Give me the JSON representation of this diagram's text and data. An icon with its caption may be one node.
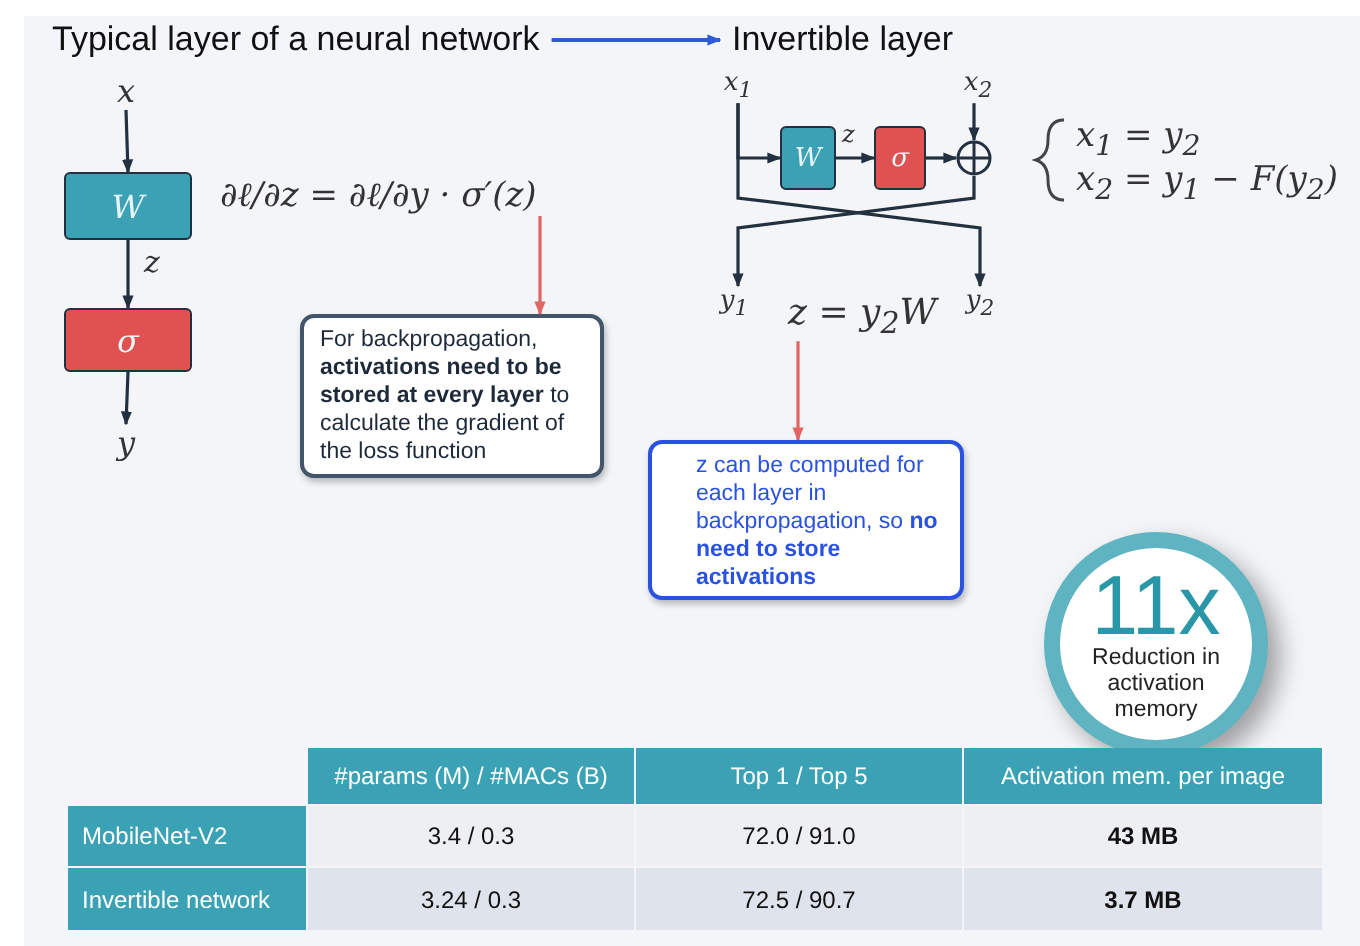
{
  "diagram": {
    "nodes": [
      {
        "text": [
          "Typical layer of a neural network"
        ]
      },
      {
        "text": [
          "Invertible layer"
        ]
      },
      {
        "text": [
          "x"
        ]
      },
      {
        "text": [
          "W"
        ]
      },
      {
        "text": [
          "σ"
        ]
      },
      {
        "text": [
          "y"
        ]
      },
      {
        "text": [
          "∂ℓ/∂z = ∂ℓ/∂y · σ′(z)"
        ]
      },
      {
        "text": [
          "For backpropagation, **activations need to be stored at every layer** to calculate the gradient of the loss function"
        ]
      },
      {
        "text": [
          "x$_{1}$"
        ]
      },
      {
        "text": [
          "x$_{2}$"
        ]
      },
      {
        "text": [
          "W"
        ]
      },
      {
        "text": [
          "σ"
        ]
      },
      {
        "text": [],
        "shape": "circle"
      },
      {
        "text": [
          "y$_{1}$"
        ]
      },
      {
        "text": [
          "y$_{2}$"
        ]
      },
      {
        "text": [
          "z = y$_{2}$W"
        ]
      },
      {
        "text": [
          "z can be computed for each layer in backpropagation, so **no need to store activations**"
        ]
      },
      {
        "text": [
          "11x",
          "Reduction in activation memory"
        ]
      }
    ],
    "edges": [
      {
        "from": 0,
        "to": 1,
        "arrow": "to",
        "color": "#2f5bd8"
      },
      {
        "from": 2,
        "to": 3,
        "arrow": "to"
      },
      {
        "from": 3,
        "to": 4,
        "arrow": "to",
        "label": "z"
      },
      {
        "from": 4,
        "to": 5,
        "arrow": "to"
      },
      {
        "from": 6,
        "to": 7,
        "arrow": "to",
        "color": "#e06666"
      },
      {
        "from": 8,
        "to": 10,
        "arrow": "to"
      },
      {
        "from": 8,
        "to": 14,
        "arrow": "to"
      },
      {
        "from": 9,
        "to": 12,
        "arrow": "to"
      },
      {
        "from": 10,
        "to": 11,
        "arrow": "to",
        "label": "z"
      },
      {
        "from": 11,
        "to": 12,
        "arrow": "to"
      },
      {
        "from": 12,
        "to": 13,
        "arrow": "to"
      },
      {
        "from": 15,
        "to": 16,
        "arrow": "to",
        "color": "#e06666"
      }
    ],
    "labels": [
      "x$_{1}$ = y$_{2}$",
      "x$_{2}$ = y$_{1}$ − F(y$_{2}$)",
      "#params (M) / #MACs (B)",
      "Top 1 / Top 5",
      "Activation mem. per image",
      "MobileNet-V2",
      "3.4 / 0.3",
      "72.0 / 91.0",
      "43 MB",
      "Invertible network",
      "3.24 / 0.3",
      "72.5 / 90.7",
      "3.7 MB"
    ]
  }
}
